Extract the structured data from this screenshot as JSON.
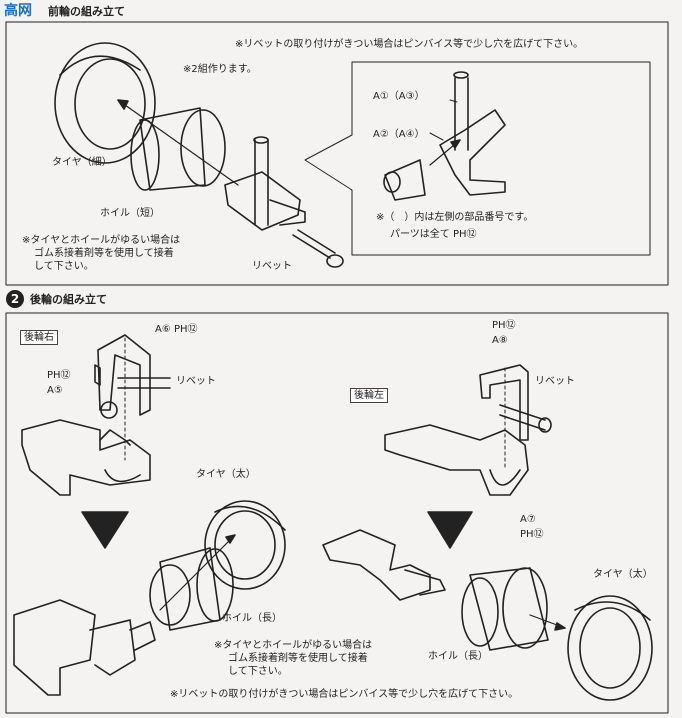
{
  "watermark": "高网",
  "header": {
    "title": "前輪の組み立て"
  },
  "section1": {
    "note_top": "※リベットの取り付けがきつい場合はピンバイス等で少し穴を広げて下さい。",
    "note_2sets": "※2組作ります。",
    "tire_label": "タイヤ（細）",
    "wheel_label": "ホイル（短）",
    "note_loose_1": "※タイヤとホイールがゆるい場合は",
    "note_loose_2": "ゴム系接着剤等を使用して接着",
    "note_loose_3": "して下さい。",
    "rivet_label": "リベット",
    "inset": {
      "a1": "A①（A③）",
      "a2": "A②（A④）",
      "note1": "※（　）内は左側の部品番号です。",
      "note2": "パーツは全て PH⑫"
    }
  },
  "section2": {
    "number": "2",
    "title": "後輪の組み立て",
    "right": {
      "tag": "後輪右",
      "part_top": "A⑥ PH⑫",
      "part_mid_1": "PH⑫",
      "part_mid_2": "A⑤",
      "rivet": "リベット",
      "tire": "タイヤ（太）",
      "wheel": "ホイル（長）",
      "note_1": "※タイヤとホイールがゆるい場合は",
      "note_2": "ゴム系接着剤等を使用して接着",
      "note_3": "して下さい。"
    },
    "left": {
      "tag": "後輪左",
      "part_top_1": "PH⑫",
      "part_top_2": "A⑧",
      "rivet": "リベット",
      "part_bot_1": "A⑦",
      "part_bot_2": "PH⑫",
      "tire": "タイヤ（太）",
      "wheel": "ホイル（長）"
    },
    "note_bottom": "※リベットの取り付けがきつい場合はピンバイス等で少し穴を広げて下さい。"
  }
}
